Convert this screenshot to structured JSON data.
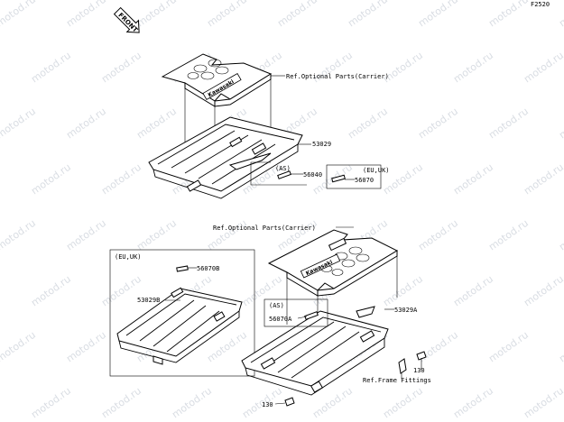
{
  "figure_code": "F2520",
  "front_mark": "FRONT",
  "watermark": "motod.ru",
  "brand_plate": "Kawasaki",
  "labels": {
    "ref_optional_top": "Ref.Optional Parts(Carrier)",
    "ref_optional_mid": "Ref.Optional Parts(Carrier)",
    "ref_frame_fittings": "Ref.Frame Fittings",
    "part_53029": "53029",
    "part_53029A": "53029A",
    "part_53029B": "53029B",
    "part_56040": "56040",
    "part_56070": "56070",
    "part_56070A": "56070A",
    "part_56070B": "56070B",
    "part_130_a": "130",
    "part_130_b": "130",
    "tag_as_1": "(AS)",
    "tag_as_2": "(AS)",
    "tag_eu_uk_1": "(EU,UK)",
    "tag_eu_uk_2": "(EU,UK)"
  }
}
